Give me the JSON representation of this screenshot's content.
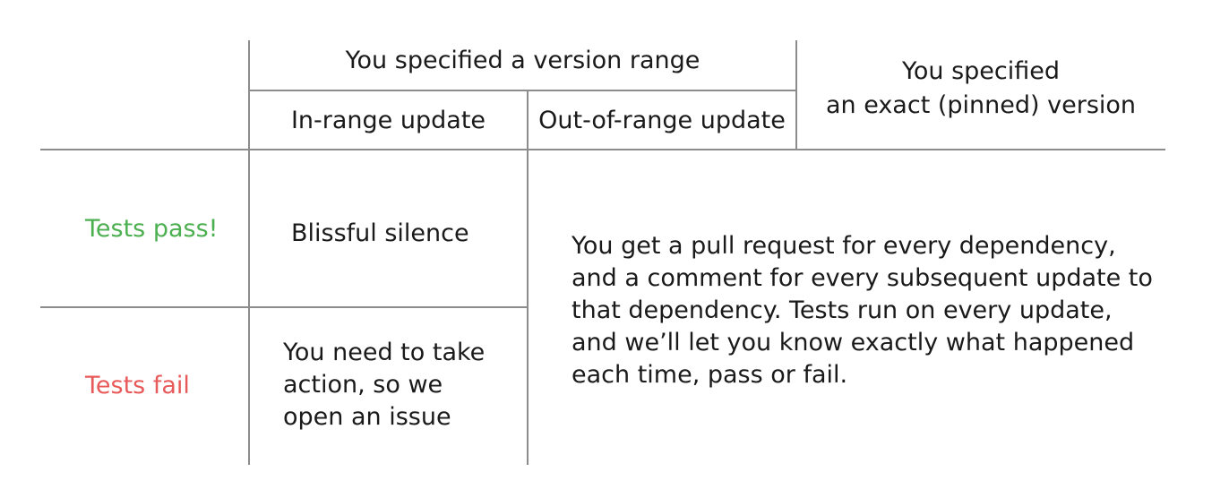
{
  "header": {
    "range_group": "You specified a version range",
    "in_range": "In-range update",
    "out_of_range": "Out-of-range update",
    "pinned_line1": "You specified",
    "pinned_line2": "an exact (pinned) version"
  },
  "rows": {
    "pass_label": "Tests pass!",
    "fail_label": "Tests fail"
  },
  "cells": {
    "pass_in_range": "Blissful silence",
    "fail_in_range_line1": "You need to take",
    "fail_in_range_line2": "action, so we",
    "fail_in_range_line3": "open an issue",
    "merged_line1": "You get a pull request for every dependency,",
    "merged_line2": "and a comment for every subsequent update to",
    "merged_line3": "that dependency. Tests run on every update,",
    "merged_line4": "and we’ll let you know exactly what happened",
    "merged_line5": "each time, pass or fail."
  },
  "colors": {
    "pass": "#4caf50",
    "fail": "#e85a5a",
    "grid": "#8c8c8c"
  }
}
